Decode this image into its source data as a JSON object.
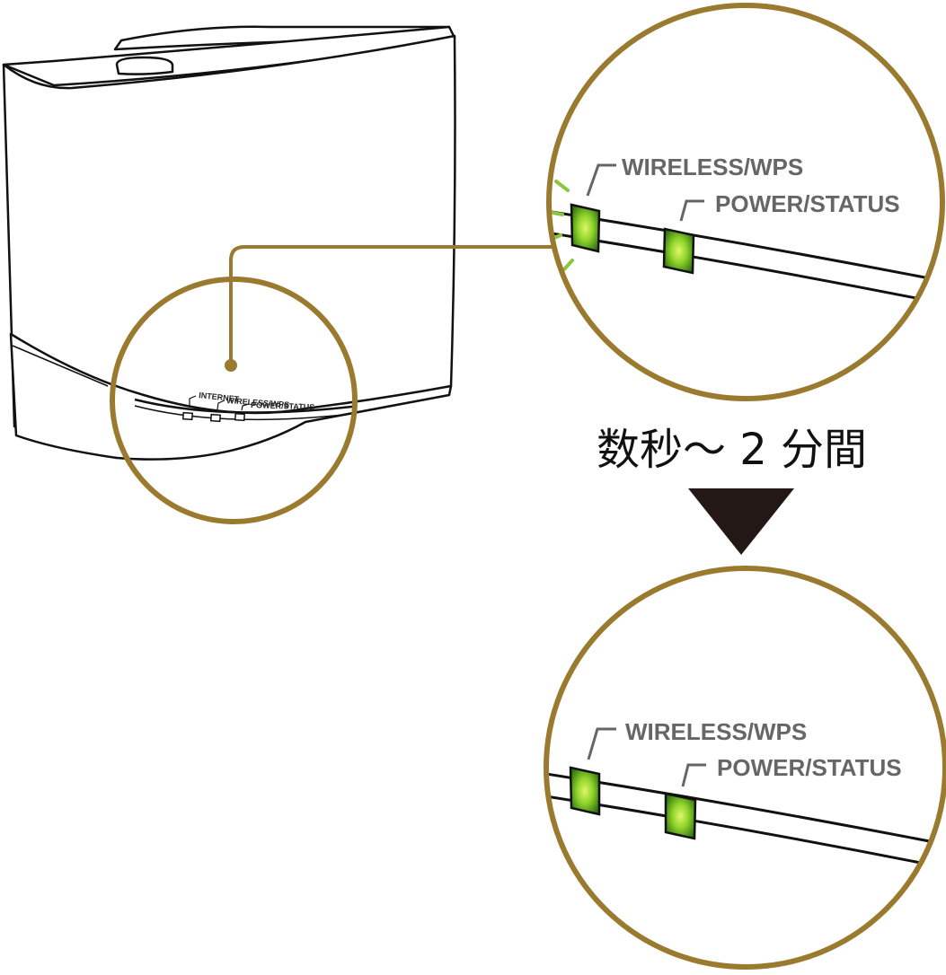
{
  "device": {
    "led_labels": [
      "INTERNET",
      "WIRELESS/WPS",
      "POWER/STATUS"
    ]
  },
  "zoom_before": {
    "wireless_label": "WIRELESS/WPS",
    "power_label": "POWER/STATUS",
    "wireless_state": "blinking",
    "power_state": "on"
  },
  "transition": {
    "caption": "数秒～ 2 分間",
    "arrow_icon": "down-triangle-icon"
  },
  "zoom_after": {
    "wireless_label": "WIRELESS/WPS",
    "power_label": "POWER/STATUS",
    "wireless_state": "on",
    "power_state": "on"
  },
  "colors": {
    "circle_border": "#9A7A2E",
    "led_green": "#7FD321",
    "led_dark": "#2E6B0E",
    "blink_dash": "#8CC63F",
    "label_gray": "#666666"
  }
}
